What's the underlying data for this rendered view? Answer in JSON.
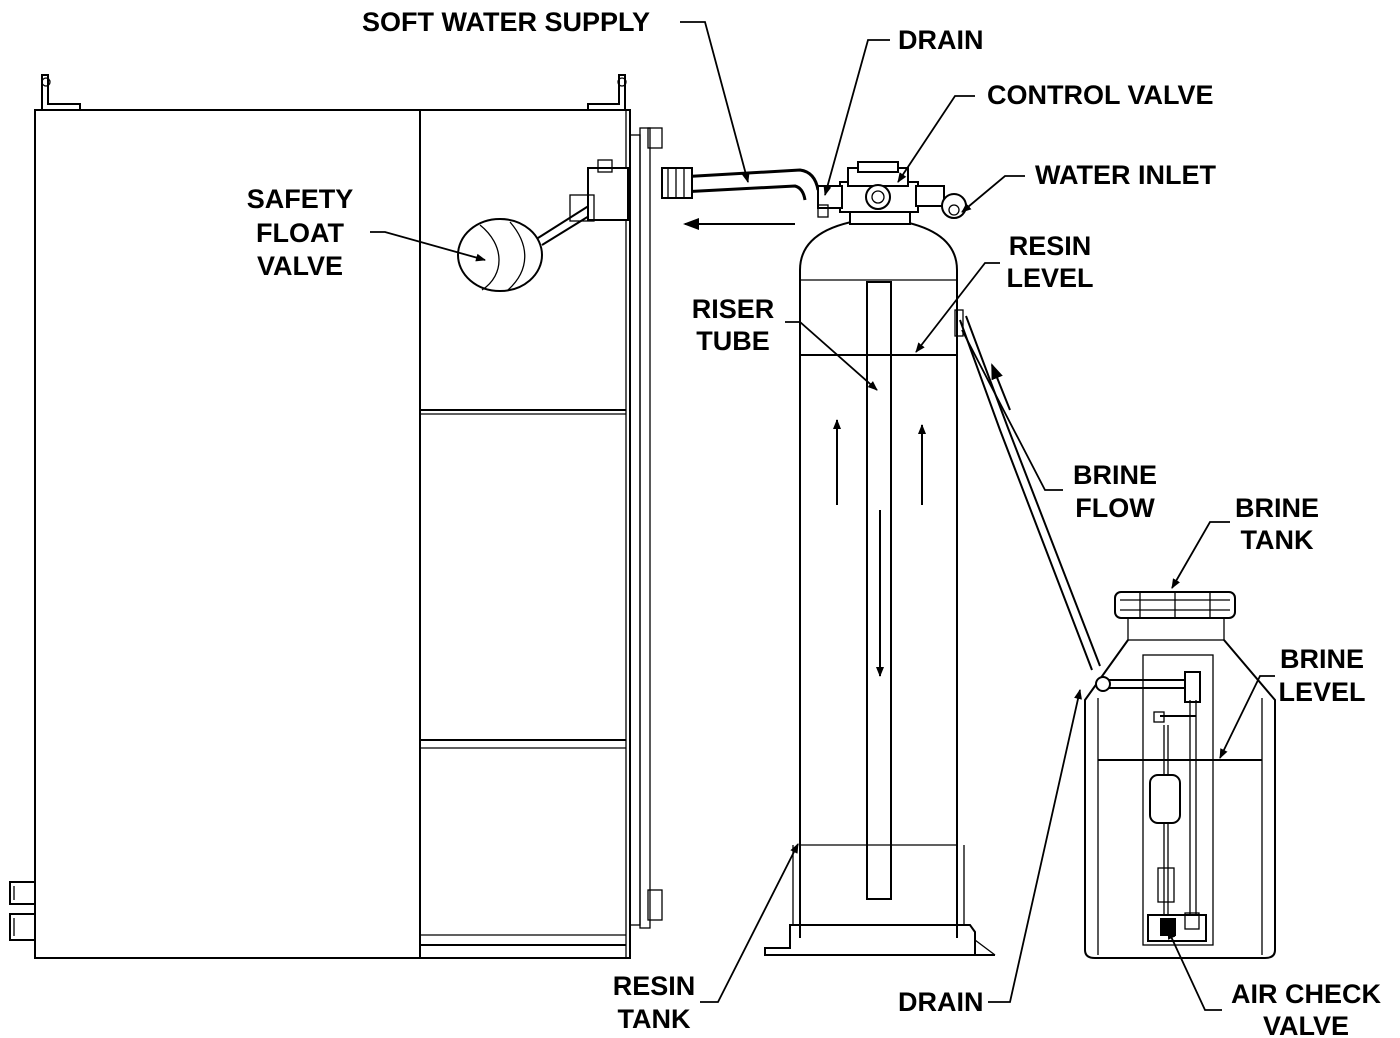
{
  "labels": {
    "soft_water_supply": "SOFT WATER SUPPLY",
    "drain_top": "DRAIN",
    "control_valve": "CONTROL VALVE",
    "water_inlet": "WATER INLET",
    "safety_float_valve": [
      "SAFETY",
      "FLOAT",
      "VALVE"
    ],
    "resin_level": [
      "RESIN",
      "LEVEL"
    ],
    "riser_tube": [
      "RISER",
      "TUBE"
    ],
    "brine_flow": [
      "BRINE",
      "FLOW"
    ],
    "brine_tank": [
      "BRINE",
      "TANK"
    ],
    "brine_level": [
      "BRINE",
      "LEVEL"
    ],
    "resin_tank": [
      "RESIN",
      "TANK"
    ],
    "drain_bottom": "DRAIN",
    "air_check_valve": [
      "AIR CHECK",
      "VALVE"
    ]
  }
}
